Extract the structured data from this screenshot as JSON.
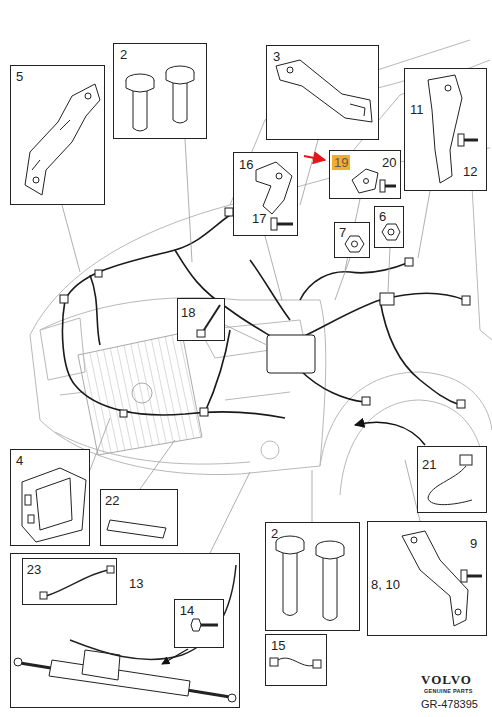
{
  "diagram": {
    "nodes": [
      {
        "text": [
          "5"
        ]
      },
      {
        "text": [
          "2"
        ]
      },
      {
        "text": [
          "3"
        ]
      },
      {
        "text": [
          "11",
          "12"
        ]
      },
      {
        "text": [
          "16",
          "17"
        ]
      },
      {
        "text": [
          "19",
          "20"
        ]
      },
      {
        "text": [
          "7"
        ]
      },
      {
        "text": [
          "6"
        ]
      },
      {
        "text": [
          "18"
        ]
      },
      {
        "text": [
          "4"
        ]
      },
      {
        "text": [
          "22"
        ]
      },
      {
        "text": [
          "21"
        ]
      },
      {
        "text": [
          "2"
        ]
      },
      {
        "text": [
          "9",
          "8, 10"
        ]
      },
      {
        "text": [
          "13"
        ]
      },
      {
        "text": [
          "23"
        ],
        "in": 14
      },
      {
        "text": [
          "14"
        ],
        "in": 14
      },
      {
        "text": [
          "15"
        ]
      }
    ],
    "labels": [
      "VOLVO",
      "GENUINE PARTS",
      "GR-478395"
    ]
  }
}
